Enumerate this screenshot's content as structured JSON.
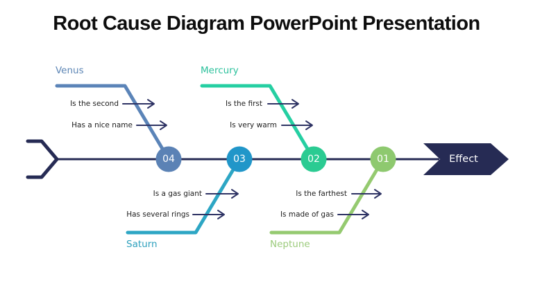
{
  "slide": {
    "title": "Root Cause Diagram PowerPoint Presentation",
    "background_color": "#ffffff",
    "spine_color": "#262b54",
    "cause_arrow_color": "#2d3263"
  },
  "effect": {
    "label": "Effect",
    "fill_color": "#262b54",
    "text_color": "#ffffff"
  },
  "branches": [
    {
      "name": "Venus",
      "side": "top",
      "line_color": "#5b84b8",
      "label_color": "#5d86b5",
      "node": {
        "number": "04",
        "fill_color": "#5b82b5"
      },
      "causes": [
        "Is the second",
        "Has a nice name"
      ]
    },
    {
      "name": "Mercury",
      "side": "top",
      "line_color": "#25cfa2",
      "label_color": "#2cc19c",
      "node": {
        "number": "02",
        "fill_color": "#2bcb92"
      },
      "causes": [
        "Is the first",
        "Is very warm"
      ]
    },
    {
      "name": "Saturn",
      "side": "bottom",
      "line_color": "#2da6c4",
      "label_color": "#2da0bd",
      "node": {
        "number": "03",
        "fill_color": "#2196c9"
      },
      "causes": [
        "Is a gas giant",
        "Has several rings"
      ]
    },
    {
      "name": "Neptune",
      "side": "bottom",
      "line_color": "#95ca70",
      "label_color": "#9ccb7c",
      "node": {
        "number": "01",
        "fill_color": "#8ec96f"
      },
      "causes": [
        "Is the farthest",
        "Is made of gas"
      ]
    }
  ]
}
